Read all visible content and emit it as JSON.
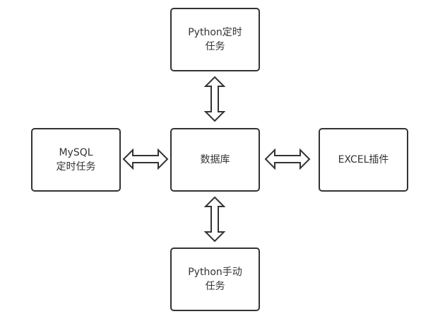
{
  "diagram": {
    "nodes": {
      "top": "Python定时\n任务",
      "left": "MySQL\n定时任务",
      "center": "数据库",
      "right": "EXCEL插件",
      "bottom": "Python手动\n任务"
    },
    "edges": [
      {
        "from": "top",
        "to": "center",
        "type": "bidirectional"
      },
      {
        "from": "left",
        "to": "center",
        "type": "bidirectional"
      },
      {
        "from": "center",
        "to": "right",
        "type": "bidirectional"
      },
      {
        "from": "center",
        "to": "bottom",
        "type": "bidirectional"
      }
    ],
    "colors": {
      "stroke": "#333333",
      "fill": "#ffffff",
      "text": "#333333"
    }
  }
}
